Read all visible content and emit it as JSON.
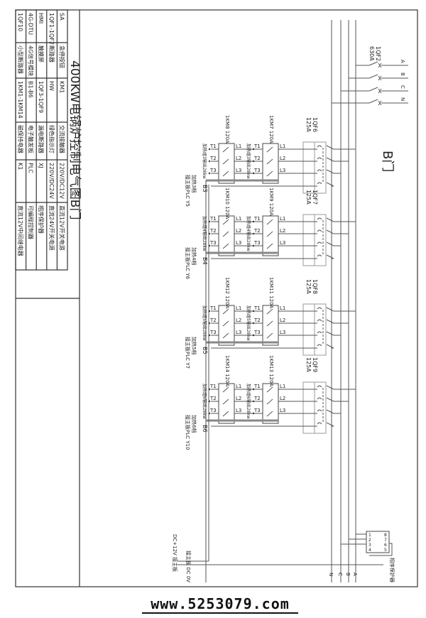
{
  "title": "400KW电锅炉控制电气图B门",
  "door_label": "B门",
  "legend_table": {
    "rows": [
      [
        "SA",
        "急停按钮",
        "KM1",
        "交流接触器",
        "220V/DC12V",
        "直流12V开关电源"
      ],
      [
        "1QF1-1QF2",
        "断路器",
        "HW",
        "绿色指示灯",
        "220V/DC24V",
        "直流24V开关电源"
      ],
      [
        "HMI",
        "触摸屏",
        "1QF3-1QF9",
        "漏电断路器",
        "XJ",
        "相序保护器"
      ],
      [
        "4G-DTU",
        "4G信号模块",
        "B1-B6",
        "电子触发板",
        "PLC",
        "可编程控制器"
      ],
      [
        "1QF10",
        "小型断路器",
        "1KM1-1KM14",
        "磁保持电器",
        "K1",
        "直流12V中间继电器"
      ]
    ]
  },
  "main_breaker": {
    "id": "1QF2",
    "rating": "630A"
  },
  "phases": [
    "A",
    "B",
    "C",
    "N"
  ],
  "groups": [
    {
      "breaker": "1QF6",
      "rating": "125A",
      "km_right": "1KM7 120A",
      "km_left": "1KM8 120A",
      "heater_label": "加热组3输出28kw",
      "trigger": "B3",
      "plc_label": [
        "加热3档",
        "接主板PLC Y5"
      ]
    },
    {
      "breaker": "1QF7",
      "rating": "125A",
      "km_right": "1KM9 120A",
      "km_left": "1KM10 120A",
      "heater_label": "加热组4输出28kw",
      "trigger": "B4",
      "plc_label": [
        "加热4档",
        "接主板PLC Y6"
      ]
    },
    {
      "breaker": "1QF8",
      "rating": "125A",
      "km_right": "1KM11 120A",
      "km_left": "1KM12 120A",
      "heater_label": "加热组5输出28kw",
      "trigger": "B5",
      "plc_label": [
        "加热5档",
        "接主板PLC Y7"
      ]
    },
    {
      "breaker": "1QF9",
      "rating": "125A",
      "km_right": "1KM13 120A",
      "km_left": "1KM14 120A",
      "heater_label": "加热组6输出28kw",
      "trigger": "B6",
      "plc_label": [
        "加热6档",
        "接主板PLC Y10"
      ]
    }
  ],
  "terminals": {
    "line": [
      "L1",
      "L2",
      "L3"
    ],
    "load": [
      "T1",
      "T2",
      "T3"
    ]
  },
  "dc_labels": {
    "plus": "DC+12V 接主板",
    "minus": "接主板 DC 0V"
  },
  "phase_protector": {
    "label": "相序保护器",
    "pins": [
      "1",
      "2",
      "3",
      "4",
      "5",
      "6",
      "7",
      "8"
    ]
  },
  "bottom_phases": [
    "A",
    "B",
    "C",
    "N"
  ],
  "watermark": "www.5253079.com"
}
